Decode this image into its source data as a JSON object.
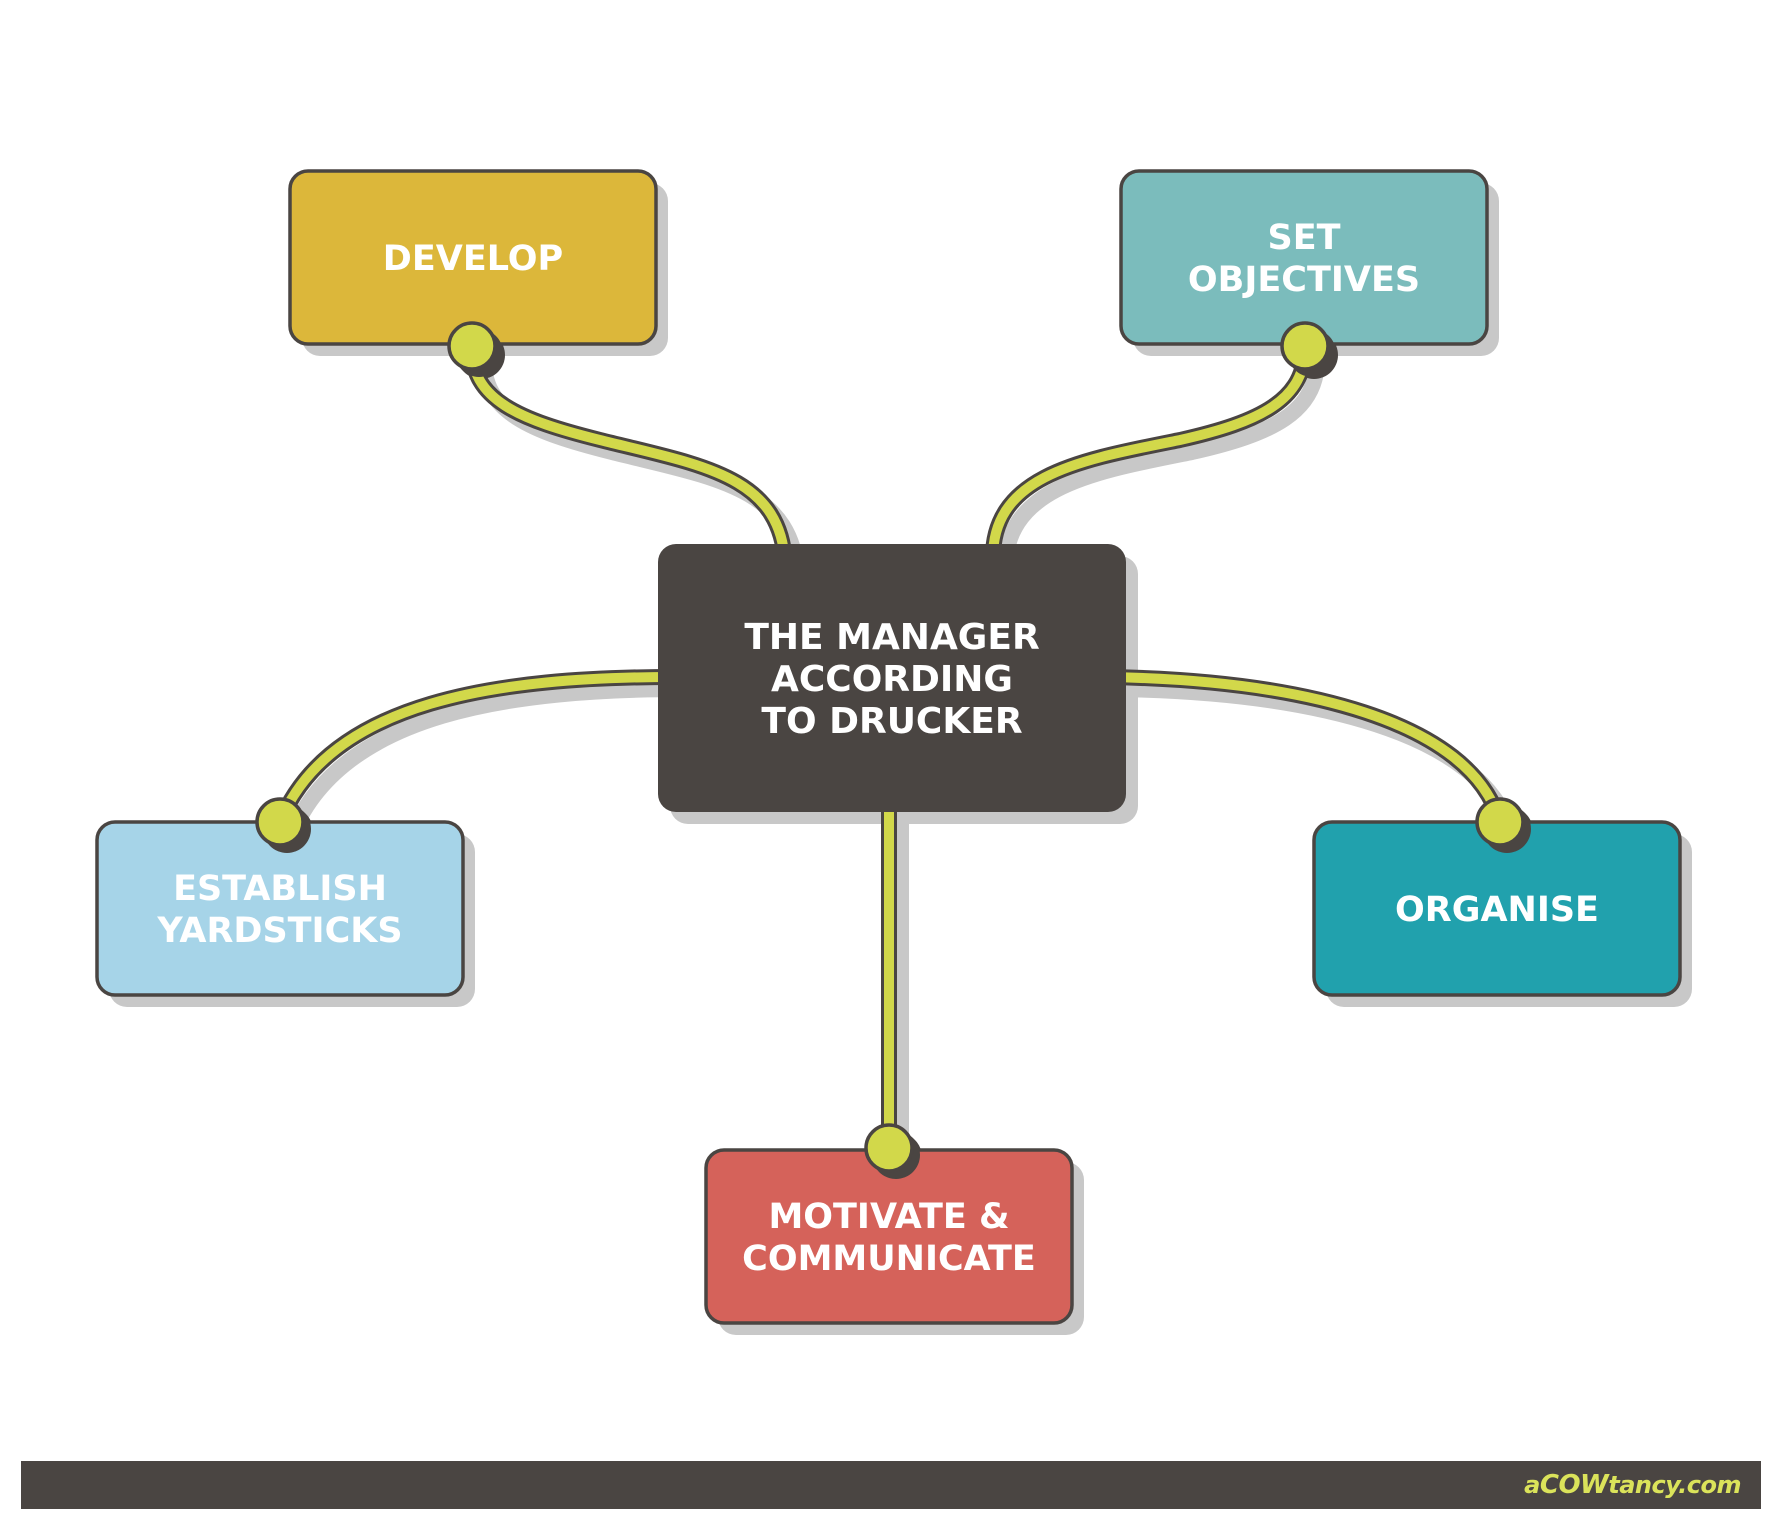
{
  "diagram": {
    "center": {
      "id": "center",
      "lines": [
        "THE MANAGER",
        "ACCORDING",
        "TO DRUCKER"
      ],
      "fill": "#4a4542"
    },
    "nodes": [
      {
        "id": "develop",
        "lines": [
          "DEVELOP"
        ],
        "fill": "#dcb73a"
      },
      {
        "id": "set-objectives",
        "lines": [
          "SET",
          "OBJECTIVES"
        ],
        "fill": "#7bbcbc"
      },
      {
        "id": "establish-yardsticks",
        "lines": [
          "ESTABLISH",
          "YARDSTICKS"
        ],
        "fill": "#a6d4e8"
      },
      {
        "id": "organise",
        "lines": [
          "ORGANISE"
        ],
        "fill": "#21a1ad"
      },
      {
        "id": "motivate-communicate",
        "lines": [
          "MOTIVATE &",
          "COMMUNICATE"
        ],
        "fill": "#d5625a"
      }
    ],
    "connectors": [
      {
        "from": "center",
        "to": "develop"
      },
      {
        "from": "center",
        "to": "set-objectives"
      },
      {
        "from": "center",
        "to": "establish-yardsticks"
      },
      {
        "from": "center",
        "to": "organise"
      },
      {
        "from": "center",
        "to": "motivate-communicate"
      }
    ],
    "colors": {
      "connector": "#d2d84a",
      "outline": "#4a4542",
      "shadow": "#c8c8c8"
    }
  },
  "footer": {
    "brand_prefix": "a",
    "brand_highlight": "COW",
    "brand_suffix": "tancy.com"
  }
}
